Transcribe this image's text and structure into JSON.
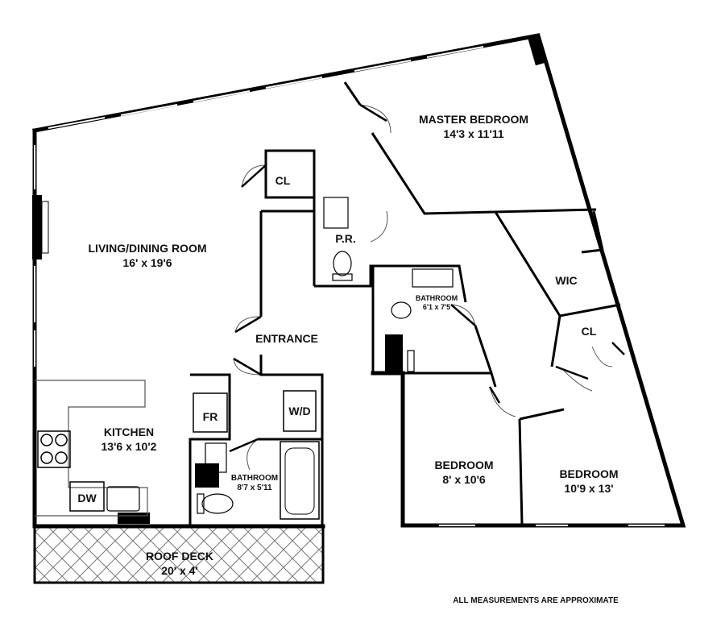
{
  "rooms": {
    "master_bedroom": {
      "name": "MASTER BEDROOM",
      "size": "14'3 x 11'11"
    },
    "living_dining": {
      "name": "LIVING/DINING ROOM",
      "size": "16' x 19'6"
    },
    "kitchen": {
      "name": "KITCHEN",
      "size": "13'6 x 10'2"
    },
    "bathroom_main": {
      "name": "BATHROOM",
      "size": "8'7 x 5'11"
    },
    "bathroom_small": {
      "name": "BATHROOM",
      "size": "6'1 x 7'5"
    },
    "bedroom_1": {
      "name": "BEDROOM",
      "size": "8' x 10'6"
    },
    "bedroom_2": {
      "name": "BEDROOM",
      "size": "10'9 x 13'"
    },
    "roof_deck": {
      "name": "ROOF DECK",
      "size": "20' x 4'"
    },
    "entrance": {
      "name": "ENTRANCE"
    },
    "powder_room": {
      "name": "P.R."
    },
    "closet_1": {
      "name": "CL"
    },
    "closet_2": {
      "name": "CL"
    },
    "walk_in_closet": {
      "name": "WIC"
    }
  },
  "fixtures": {
    "fridge": "FR",
    "washer_dryer": "W/D",
    "dishwasher": "DW"
  },
  "note": "ALL MEASUREMENTS ARE APPROXIMATE"
}
